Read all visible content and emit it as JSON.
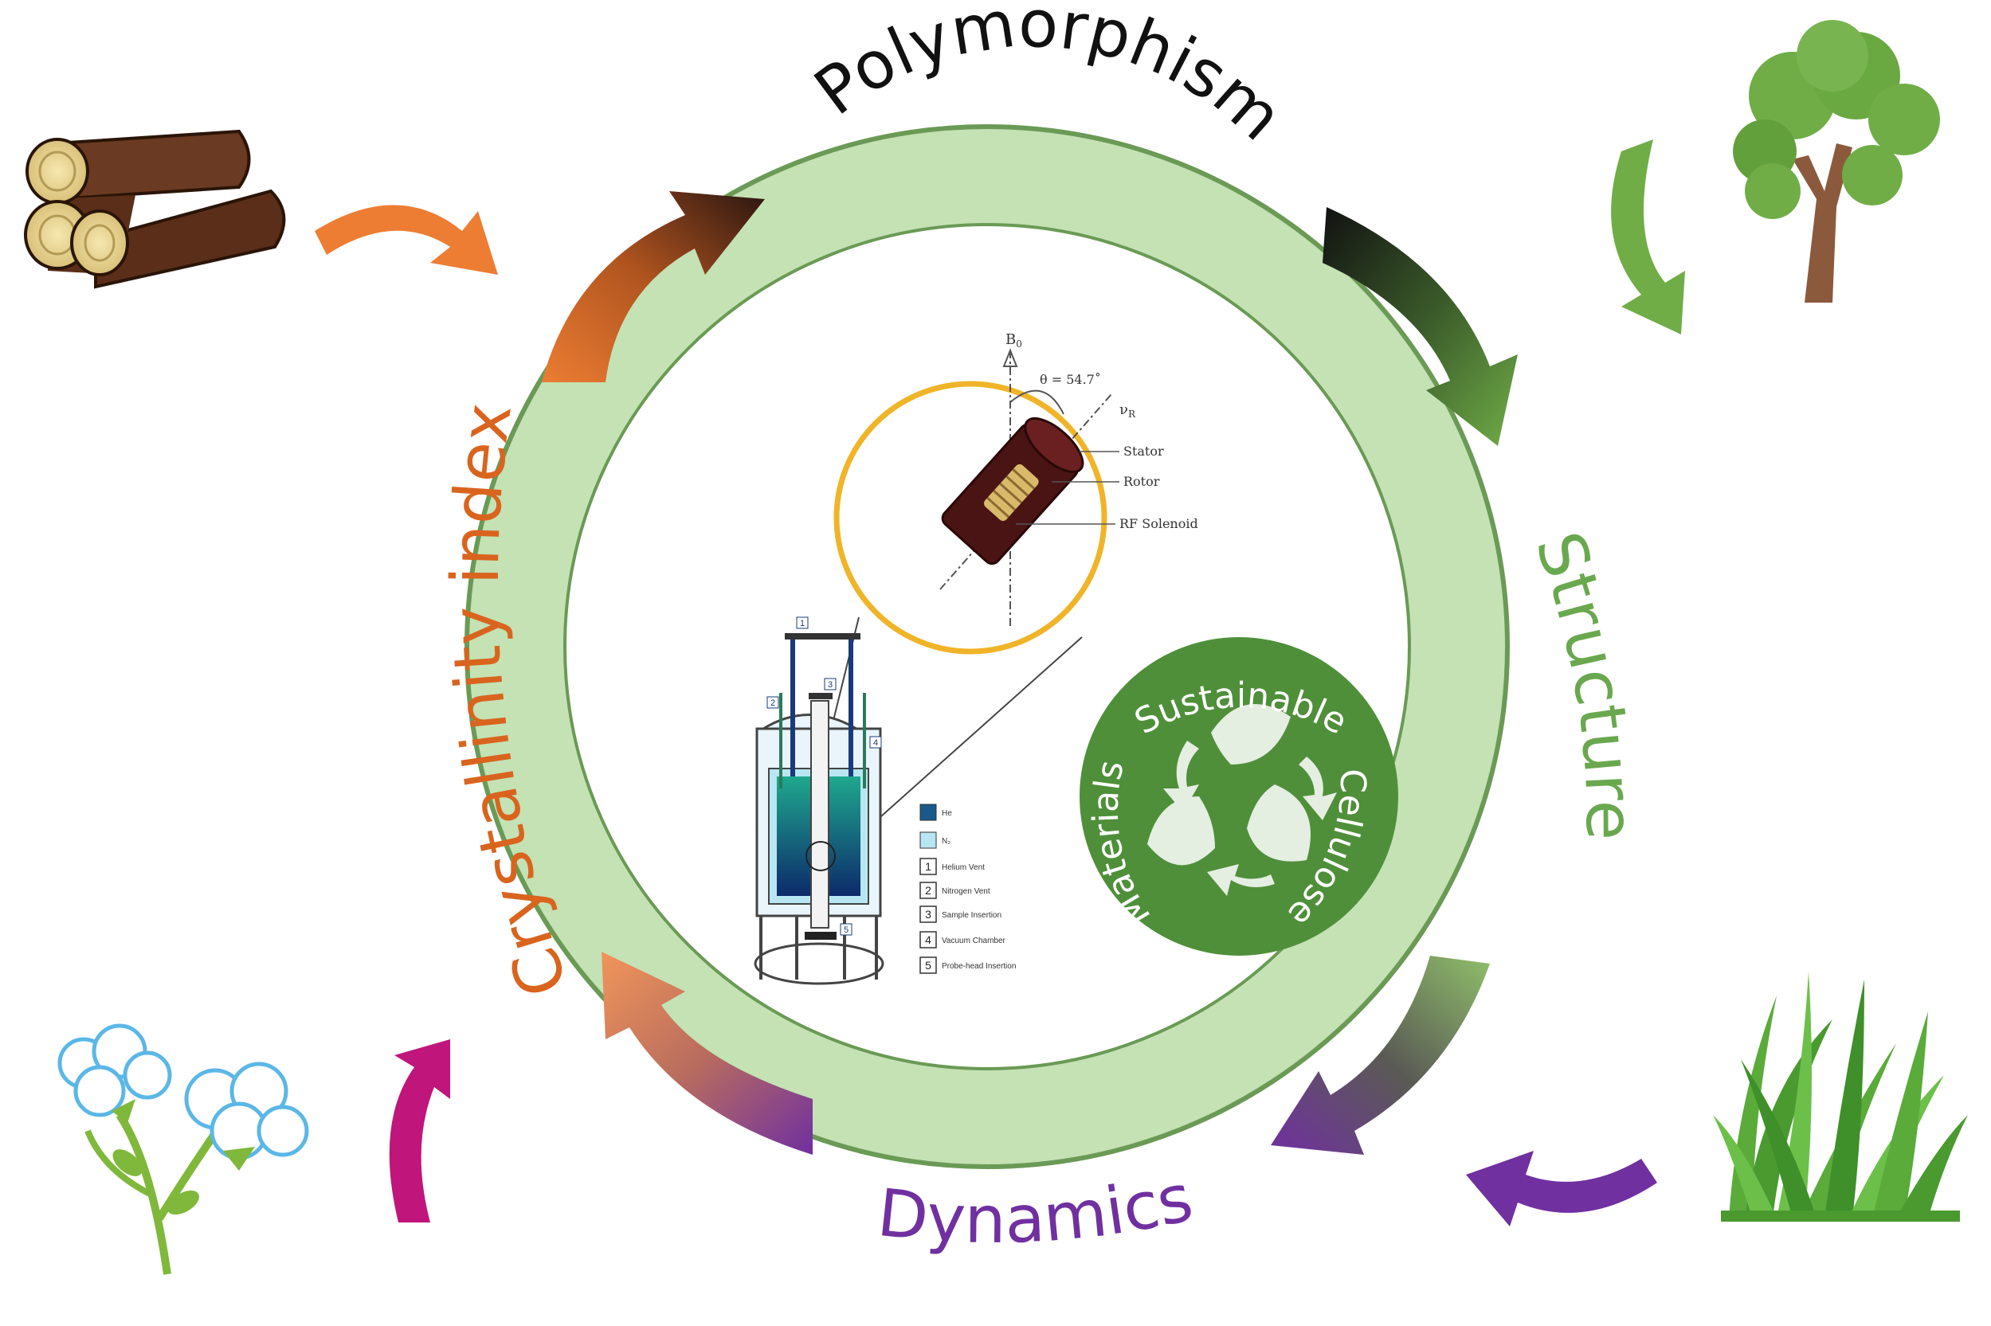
{
  "cycle": {
    "top": "Polymorphism",
    "right": "Structure",
    "bottom": "Dynamics",
    "left": "Crystallinity index"
  },
  "colors": {
    "ring": "#c4e2b4",
    "ring_border": "#6a9a55",
    "orange": "#ec7d33",
    "purple": "#7030a0",
    "green": "#70ad47",
    "magenta": "#c0157a",
    "badge": "#4f8f3a",
    "lens_border": "#f0b428"
  },
  "probe": {
    "b0": "B",
    "b0_sub": "0",
    "angle": "θ = 54.7˚",
    "vr": "ν",
    "vr_sub": "R",
    "stator": "Stator",
    "rotor": "Rotor",
    "rf": "RF Solenoid"
  },
  "magnet": {
    "callouts": [
      "1",
      "2",
      "3",
      "4",
      "5"
    ],
    "legend": [
      {
        "key": "He",
        "label": "He"
      },
      {
        "key": "N2",
        "label": "N₂"
      },
      {
        "key": "1",
        "label": "Helium Vent"
      },
      {
        "key": "2",
        "label": "Nitrogen Vent"
      },
      {
        "key": "3",
        "label": "Sample Insertion"
      },
      {
        "key": "4",
        "label": "Vacuum Chamber"
      },
      {
        "key": "5",
        "label": "Probe-head Insertion"
      }
    ]
  },
  "badge": {
    "top": "Sustainable",
    "right": "Cellulose",
    "left": "Materials"
  },
  "sources": {
    "icons": [
      "logs-icon",
      "tree-icon",
      "grass-icon",
      "cotton-plant-icon"
    ]
  }
}
